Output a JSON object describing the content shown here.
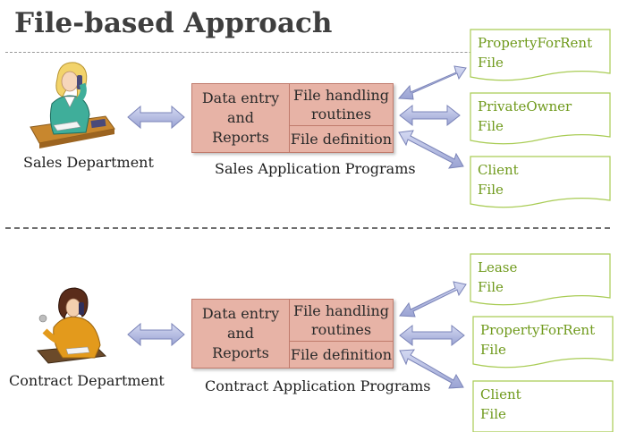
{
  "title": "File-based Approach",
  "sections": [
    {
      "department": "Sales Department",
      "program_caption": "Sales Application Programs",
      "program": {
        "left": [
          "Data entry",
          "and",
          "Reports"
        ],
        "right_top": [
          "File handling",
          "routines"
        ],
        "right_bottom": "File definition"
      },
      "files": [
        {
          "line1": "PropertyForRent",
          "line2": "File"
        },
        {
          "line1": "PrivateOwner",
          "line2": "File"
        },
        {
          "line1": "Client",
          "line2": "File"
        }
      ]
    },
    {
      "department": "Contract Department",
      "program_caption": "Contract Application Programs",
      "program": {
        "left": [
          "Data entry",
          "and",
          "Reports"
        ],
        "right_top": [
          "File handling",
          "routines"
        ],
        "right_bottom": "File definition"
      },
      "files": [
        {
          "line1": "Lease",
          "line2": "File"
        },
        {
          "line1": "PropertyForRent",
          "line2": "File"
        },
        {
          "line1": "Client",
          "line2": "File"
        }
      ]
    }
  ],
  "colors": {
    "program_fill": "#e7b3a6",
    "file_text": "#6f9a1c",
    "file_border": "#a9cc55",
    "arrow_fill": "#b5bde3"
  }
}
